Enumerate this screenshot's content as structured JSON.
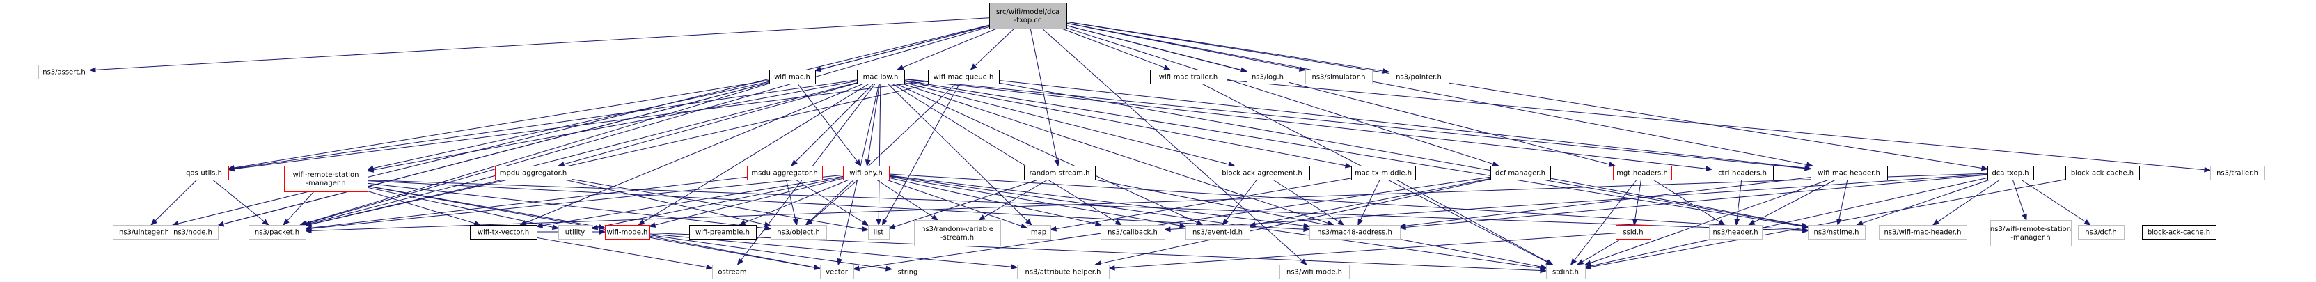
{
  "diagram": {
    "nodes": [
      {
        "id": "root",
        "lines": [
          "src/wifi/model/dca",
          "-txop.cc"
        ],
        "kind": "root"
      },
      {
        "id": "assert",
        "lines": [
          "ns3/assert.h"
        ],
        "kind": "external"
      },
      {
        "id": "wifimac",
        "lines": [
          "wifi-mac.h"
        ],
        "kind": "local"
      },
      {
        "id": "maclow",
        "lines": [
          "mac-low.h"
        ],
        "kind": "local"
      },
      {
        "id": "wifimacqueue",
        "lines": [
          "wifi-mac-queue.h"
        ],
        "kind": "local"
      },
      {
        "id": "wifimactrailer",
        "lines": [
          "wifi-mac-trailer.h"
        ],
        "kind": "local"
      },
      {
        "id": "log",
        "lines": [
          "ns3/log.h"
        ],
        "kind": "external"
      },
      {
        "id": "simulator",
        "lines": [
          "ns3/simulator.h"
        ],
        "kind": "external"
      },
      {
        "id": "pointer",
        "lines": [
          "ns3/pointer.h"
        ],
        "kind": "external"
      },
      {
        "id": "qosutils",
        "lines": [
          "qos-utils.h"
        ],
        "kind": "truncated"
      },
      {
        "id": "wrsm",
        "lines": [
          "wifi-remote-station",
          "-manager.h"
        ],
        "kind": "truncated"
      },
      {
        "id": "mpdu",
        "lines": [
          "mpdu-aggregator.h"
        ],
        "kind": "truncated"
      },
      {
        "id": "msdu",
        "lines": [
          "msdu-aggregator.h"
        ],
        "kind": "truncated"
      },
      {
        "id": "wifiphy",
        "lines": [
          "wifi-phy.h"
        ],
        "kind": "truncated"
      },
      {
        "id": "randomstream",
        "lines": [
          "random-stream.h"
        ],
        "kind": "local"
      },
      {
        "id": "blockackagreement",
        "lines": [
          "block-ack-agreement.h"
        ],
        "kind": "local"
      },
      {
        "id": "mactxmiddle",
        "lines": [
          "mac-tx-middle.h"
        ],
        "kind": "local"
      },
      {
        "id": "dcfmanager",
        "lines": [
          "dcf-manager.h"
        ],
        "kind": "local"
      },
      {
        "id": "mgtheaders",
        "lines": [
          "mgt-headers.h"
        ],
        "kind": "truncated"
      },
      {
        "id": "ctrlheaders",
        "lines": [
          "ctrl-headers.h"
        ],
        "kind": "local"
      },
      {
        "id": "wifimacheader",
        "lines": [
          "wifi-mac-header.h"
        ],
        "kind": "local"
      },
      {
        "id": "dcatxop",
        "lines": [
          "dca-txop.h"
        ],
        "kind": "local"
      },
      {
        "id": "blockackcache",
        "lines": [
          "block-ack-cache.h"
        ],
        "kind": "local"
      },
      {
        "id": "trailer",
        "lines": [
          "ns3/trailer.h"
        ],
        "kind": "external"
      },
      {
        "id": "uinteger",
        "lines": [
          "ns3/uinteger.h"
        ],
        "kind": "external"
      },
      {
        "id": "node",
        "lines": [
          "ns3/node.h"
        ],
        "kind": "external"
      },
      {
        "id": "packet",
        "lines": [
          "ns3/packet.h"
        ],
        "kind": "external"
      },
      {
        "id": "wifitxvector",
        "lines": [
          "wifi-tx-vector.h"
        ],
        "kind": "local"
      },
      {
        "id": "utility",
        "lines": [
          "utility"
        ],
        "kind": "external"
      },
      {
        "id": "wifimode",
        "lines": [
          "wifi-mode.h"
        ],
        "kind": "truncated"
      },
      {
        "id": "wifipreamble",
        "lines": [
          "wifi-preamble.h"
        ],
        "kind": "local"
      },
      {
        "id": "object",
        "lines": [
          "ns3/object.h"
        ],
        "kind": "external"
      },
      {
        "id": "list",
        "lines": [
          "list"
        ],
        "kind": "external"
      },
      {
        "id": "randomvar",
        "lines": [
          "ns3/random-variable",
          "-stream.h"
        ],
        "kind": "external"
      },
      {
        "id": "map",
        "lines": [
          "map"
        ],
        "kind": "external"
      },
      {
        "id": "callback",
        "lines": [
          "ns3/callback.h"
        ],
        "kind": "external"
      },
      {
        "id": "eventid",
        "lines": [
          "ns3/event-id.h"
        ],
        "kind": "external"
      },
      {
        "id": "mac48",
        "lines": [
          "ns3/mac48-address.h"
        ],
        "kind": "external"
      },
      {
        "id": "ssid",
        "lines": [
          "ssid.h"
        ],
        "kind": "truncated"
      },
      {
        "id": "header",
        "lines": [
          "ns3/header.h"
        ],
        "kind": "external"
      },
      {
        "id": "nstime",
        "lines": [
          "ns3/nstime.h"
        ],
        "kind": "external"
      },
      {
        "id": "wifimacheader3",
        "lines": [
          "ns3/wifi-mac-header.h"
        ],
        "kind": "external"
      },
      {
        "id": "wrsm3",
        "lines": [
          "ns3/wifi-remote-station",
          "-manager.h"
        ],
        "kind": "external"
      },
      {
        "id": "dcf3",
        "lines": [
          "ns3/dcf.h"
        ],
        "kind": "external"
      },
      {
        "id": "blockackcache3",
        "lines": [
          "block-ack-cache.h"
        ],
        "kind": "local"
      },
      {
        "id": "ostream",
        "lines": [
          "ostream"
        ],
        "kind": "external"
      },
      {
        "id": "vector",
        "lines": [
          "vector"
        ],
        "kind": "external"
      },
      {
        "id": "string",
        "lines": [
          "string"
        ],
        "kind": "external"
      },
      {
        "id": "attrhelper",
        "lines": [
          "ns3/attribute-helper.h"
        ],
        "kind": "external"
      },
      {
        "id": "wifimode3",
        "lines": [
          "ns3/wifi-mode.h"
        ],
        "kind": "external"
      },
      {
        "id": "stdint",
        "lines": [
          "stdint.h"
        ],
        "kind": "external"
      }
    ],
    "edges": [
      [
        "root",
        "assert"
      ],
      [
        "root",
        "wifimac"
      ],
      [
        "root",
        "maclow"
      ],
      [
        "root",
        "wifimacqueue"
      ],
      [
        "root",
        "wifimactrailer"
      ],
      [
        "root",
        "log"
      ],
      [
        "root",
        "simulator"
      ],
      [
        "root",
        "pointer"
      ],
      [
        "root",
        "randomstream"
      ],
      [
        "root",
        "dcfmanager"
      ],
      [
        "root",
        "wifimacheader"
      ],
      [
        "root",
        "dcatxop"
      ],
      [
        "root",
        "mgtheaders"
      ],
      [
        "root",
        "uinteger"
      ],
      [
        "root",
        "node"
      ],
      [
        "root",
        "packet"
      ],
      [
        "root",
        "wifimode3"
      ],
      [
        "wifimac",
        "qosutils"
      ],
      [
        "wifimac",
        "wrsm"
      ],
      [
        "wifimac",
        "wifiphy"
      ],
      [
        "wifimac",
        "packet"
      ],
      [
        "wifimac",
        "node"
      ],
      [
        "maclow",
        "qosutils"
      ],
      [
        "maclow",
        "wrsm"
      ],
      [
        "maclow",
        "mpdu"
      ],
      [
        "maclow",
        "msdu"
      ],
      [
        "maclow",
        "wifiphy"
      ],
      [
        "maclow",
        "wifimode"
      ],
      [
        "maclow",
        "wifitxvector"
      ],
      [
        "maclow",
        "packet"
      ],
      [
        "maclow",
        "blockackagreement"
      ],
      [
        "maclow",
        "mactxmiddle"
      ],
      [
        "maclow",
        "ctrlheaders"
      ],
      [
        "maclow",
        "wifimacheader"
      ],
      [
        "maclow",
        "nstime"
      ],
      [
        "maclow",
        "eventid"
      ],
      [
        "maclow",
        "callback"
      ],
      [
        "maclow",
        "map"
      ],
      [
        "maclow",
        "vector"
      ],
      [
        "maclow",
        "ostream"
      ],
      [
        "maclow",
        "mac48"
      ],
      [
        "maclow",
        "list"
      ],
      [
        "wifimacqueue",
        "packet"
      ],
      [
        "wifimacqueue",
        "list"
      ],
      [
        "wifimacqueue",
        "wifimacheader"
      ],
      [
        "wifimacqueue",
        "nstime"
      ],
      [
        "wifimacqueue",
        "object"
      ],
      [
        "wifimacqueue",
        "qosutils"
      ],
      [
        "wifimactrailer",
        "trailer"
      ],
      [
        "wifimactrailer",
        "stdint"
      ],
      [
        "qosutils",
        "uinteger"
      ],
      [
        "qosutils",
        "packet"
      ],
      [
        "wrsm",
        "packet"
      ],
      [
        "wrsm",
        "utility"
      ],
      [
        "wrsm",
        "wifitxvector"
      ],
      [
        "wrsm",
        "wifimode"
      ],
      [
        "wrsm",
        "object"
      ],
      [
        "wrsm",
        "nstime"
      ],
      [
        "wrsm",
        "mac48"
      ],
      [
        "wrsm",
        "vector"
      ],
      [
        "mpdu",
        "packet"
      ],
      [
        "mpdu",
        "list"
      ],
      [
        "mpdu",
        "object"
      ],
      [
        "msdu",
        "packet"
      ],
      [
        "msdu",
        "list"
      ],
      [
        "msdu",
        "object"
      ],
      [
        "wifiphy",
        "wifitxvector"
      ],
      [
        "wifiphy",
        "wifimode"
      ],
      [
        "wifiphy",
        "wifipreamble"
      ],
      [
        "wifiphy",
        "object"
      ],
      [
        "wifiphy",
        "packet"
      ],
      [
        "wifiphy",
        "randomvar"
      ],
      [
        "wifiphy",
        "map"
      ],
      [
        "wifiphy",
        "callback"
      ],
      [
        "wifiphy",
        "eventid"
      ],
      [
        "wifiphy",
        "mac48"
      ],
      [
        "wifiphy",
        "nstime"
      ],
      [
        "wifiphy",
        "stdint"
      ],
      [
        "wifiphy",
        "utility"
      ],
      [
        "randomstream",
        "list"
      ],
      [
        "randomstream",
        "randomvar"
      ],
      [
        "randomstream",
        "stdint"
      ],
      [
        "blockackagreement",
        "eventid"
      ],
      [
        "blockackagreement",
        "mac48"
      ],
      [
        "mactxmiddle",
        "map"
      ],
      [
        "mactxmiddle",
        "mac48"
      ],
      [
        "mactxmiddle",
        "stdint"
      ],
      [
        "dcfmanager",
        "vector"
      ],
      [
        "dcfmanager",
        "eventid"
      ],
      [
        "dcfmanager",
        "nstime"
      ],
      [
        "mgtheaders",
        "ssid"
      ],
      [
        "mgtheaders",
        "header"
      ],
      [
        "mgtheaders",
        "stdint"
      ],
      [
        "ctrlheaders",
        "header"
      ],
      [
        "wifimacheader",
        "header"
      ],
      [
        "wifimacheader",
        "nstime"
      ],
      [
        "wifimacheader",
        "mac48"
      ],
      [
        "wifimacheader",
        "stdint"
      ],
      [
        "dcatxop",
        "callback"
      ],
      [
        "dcatxop",
        "packet"
      ],
      [
        "dcatxop",
        "nstime"
      ],
      [
        "dcatxop",
        "wifimacheader3"
      ],
      [
        "dcatxop",
        "wrsm3"
      ],
      [
        "dcatxop",
        "dcf3"
      ],
      [
        "dcatxop",
        "stdint"
      ],
      [
        "dcatxop",
        "mac48"
      ],
      [
        "blockackcache",
        "stdint"
      ],
      [
        "wifitxvector",
        "wifimode"
      ],
      [
        "wifitxvector",
        "ostream"
      ],
      [
        "wifimode",
        "vector"
      ],
      [
        "wifimode",
        "string"
      ],
      [
        "wifimode",
        "attrhelper"
      ],
      [
        "wifimode",
        "stdint"
      ],
      [
        "ssid",
        "attrhelper"
      ],
      [
        "ssid",
        "stdint"
      ],
      [
        "dcfmanager",
        "attrhelper"
      ]
    ]
  }
}
